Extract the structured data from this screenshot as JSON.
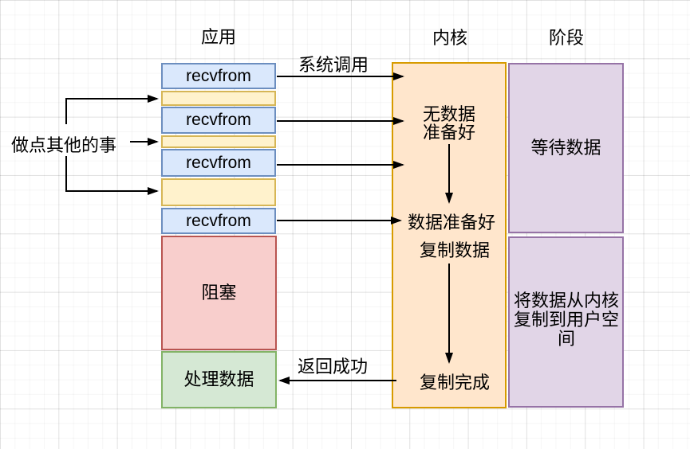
{
  "diagram": {
    "title_row": {
      "app": "应用",
      "kernel": "内核",
      "stage": "阶段"
    },
    "side_note": "做点其他的事",
    "app_column": {
      "recvfrom": "recvfrom",
      "blocking": "阻塞",
      "process_data": "处理数据"
    },
    "kernel_column": {
      "no_data_ready": "无数据\n准备好",
      "data_ready": "数据准备好",
      "copy_data": "复制数据",
      "copy_done": "复制完成"
    },
    "stage_column": {
      "wait_data": "等待数据",
      "copy_to_user": "将数据从内核复制到用户空间"
    },
    "edge_labels": {
      "syscall": "系统调用",
      "return_success": "返回成功"
    },
    "colors": {
      "blue_fill": "#dae8fc",
      "blue_stroke": "#6c8ebf",
      "yellow_fill": "#fff2cc",
      "yellow_stroke": "#d6b656",
      "red_fill": "#f8cecc",
      "red_stroke": "#b85450",
      "green_fill": "#d5e8d4",
      "green_stroke": "#82b366",
      "orange_fill": "#ffe6cc",
      "orange_stroke": "#d79b00",
      "purple_fill": "#e1d5e7",
      "purple_stroke": "#9673a6",
      "connector": "#000000"
    }
  }
}
